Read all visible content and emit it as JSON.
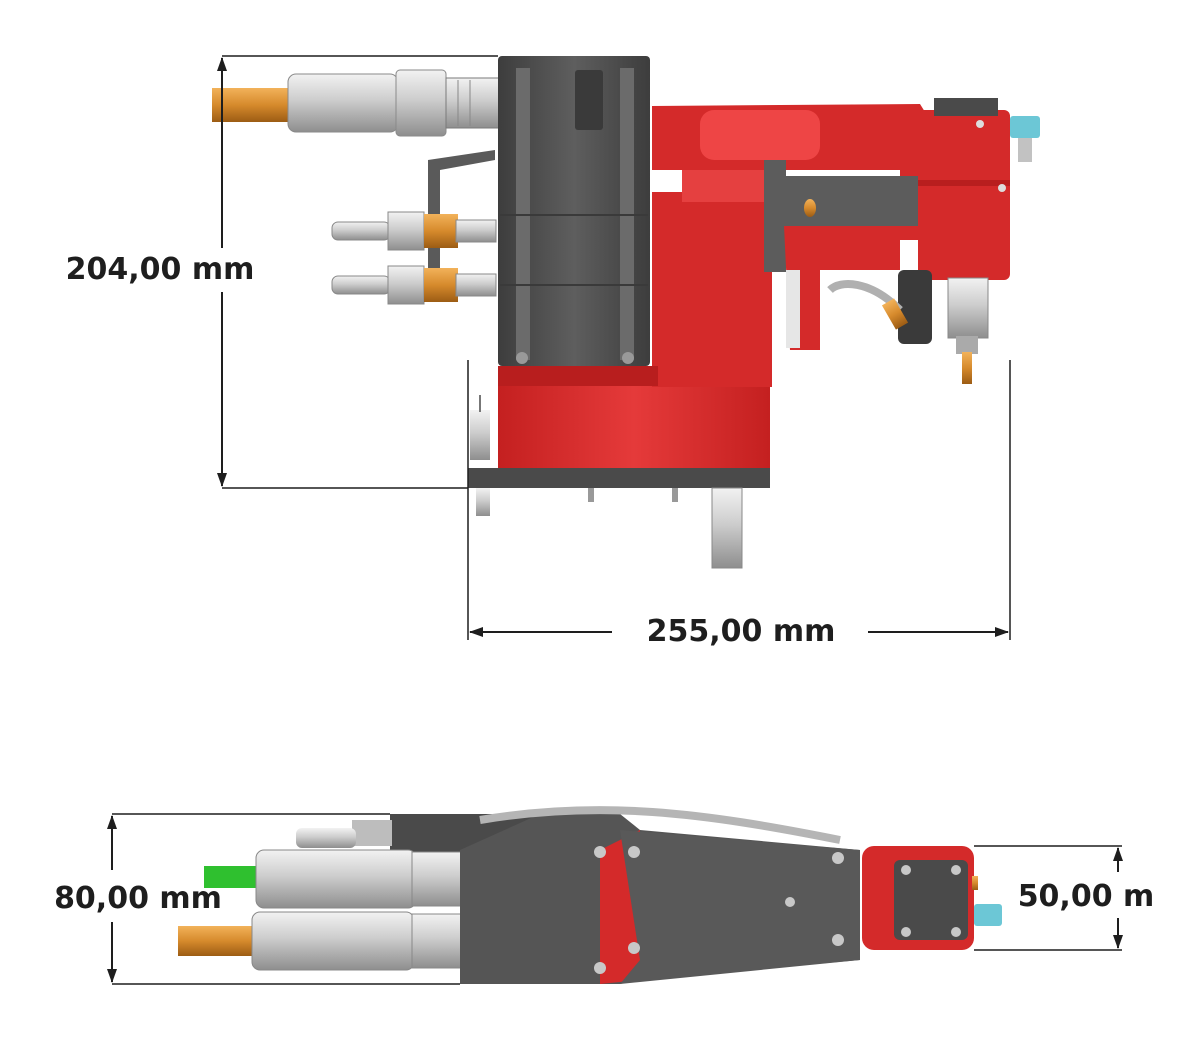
{
  "dimensions": {
    "height_side": "204,00 mm",
    "length_side": "255,00 mm",
    "height_top": "80,00 mm",
    "height_head": "50,00 m"
  },
  "colors": {
    "body_red": "#d42a2a",
    "body_red_light": "#ee4545",
    "motor_dark": "#4a4a4a",
    "motor_mid": "#5c5c5c",
    "steel": "#cfcfcf",
    "brass": "#d68a2c",
    "cyan_fitting": "#6cc7d6",
    "green_wire": "#2fc02f",
    "dimension_line": "#1e1e1e"
  }
}
